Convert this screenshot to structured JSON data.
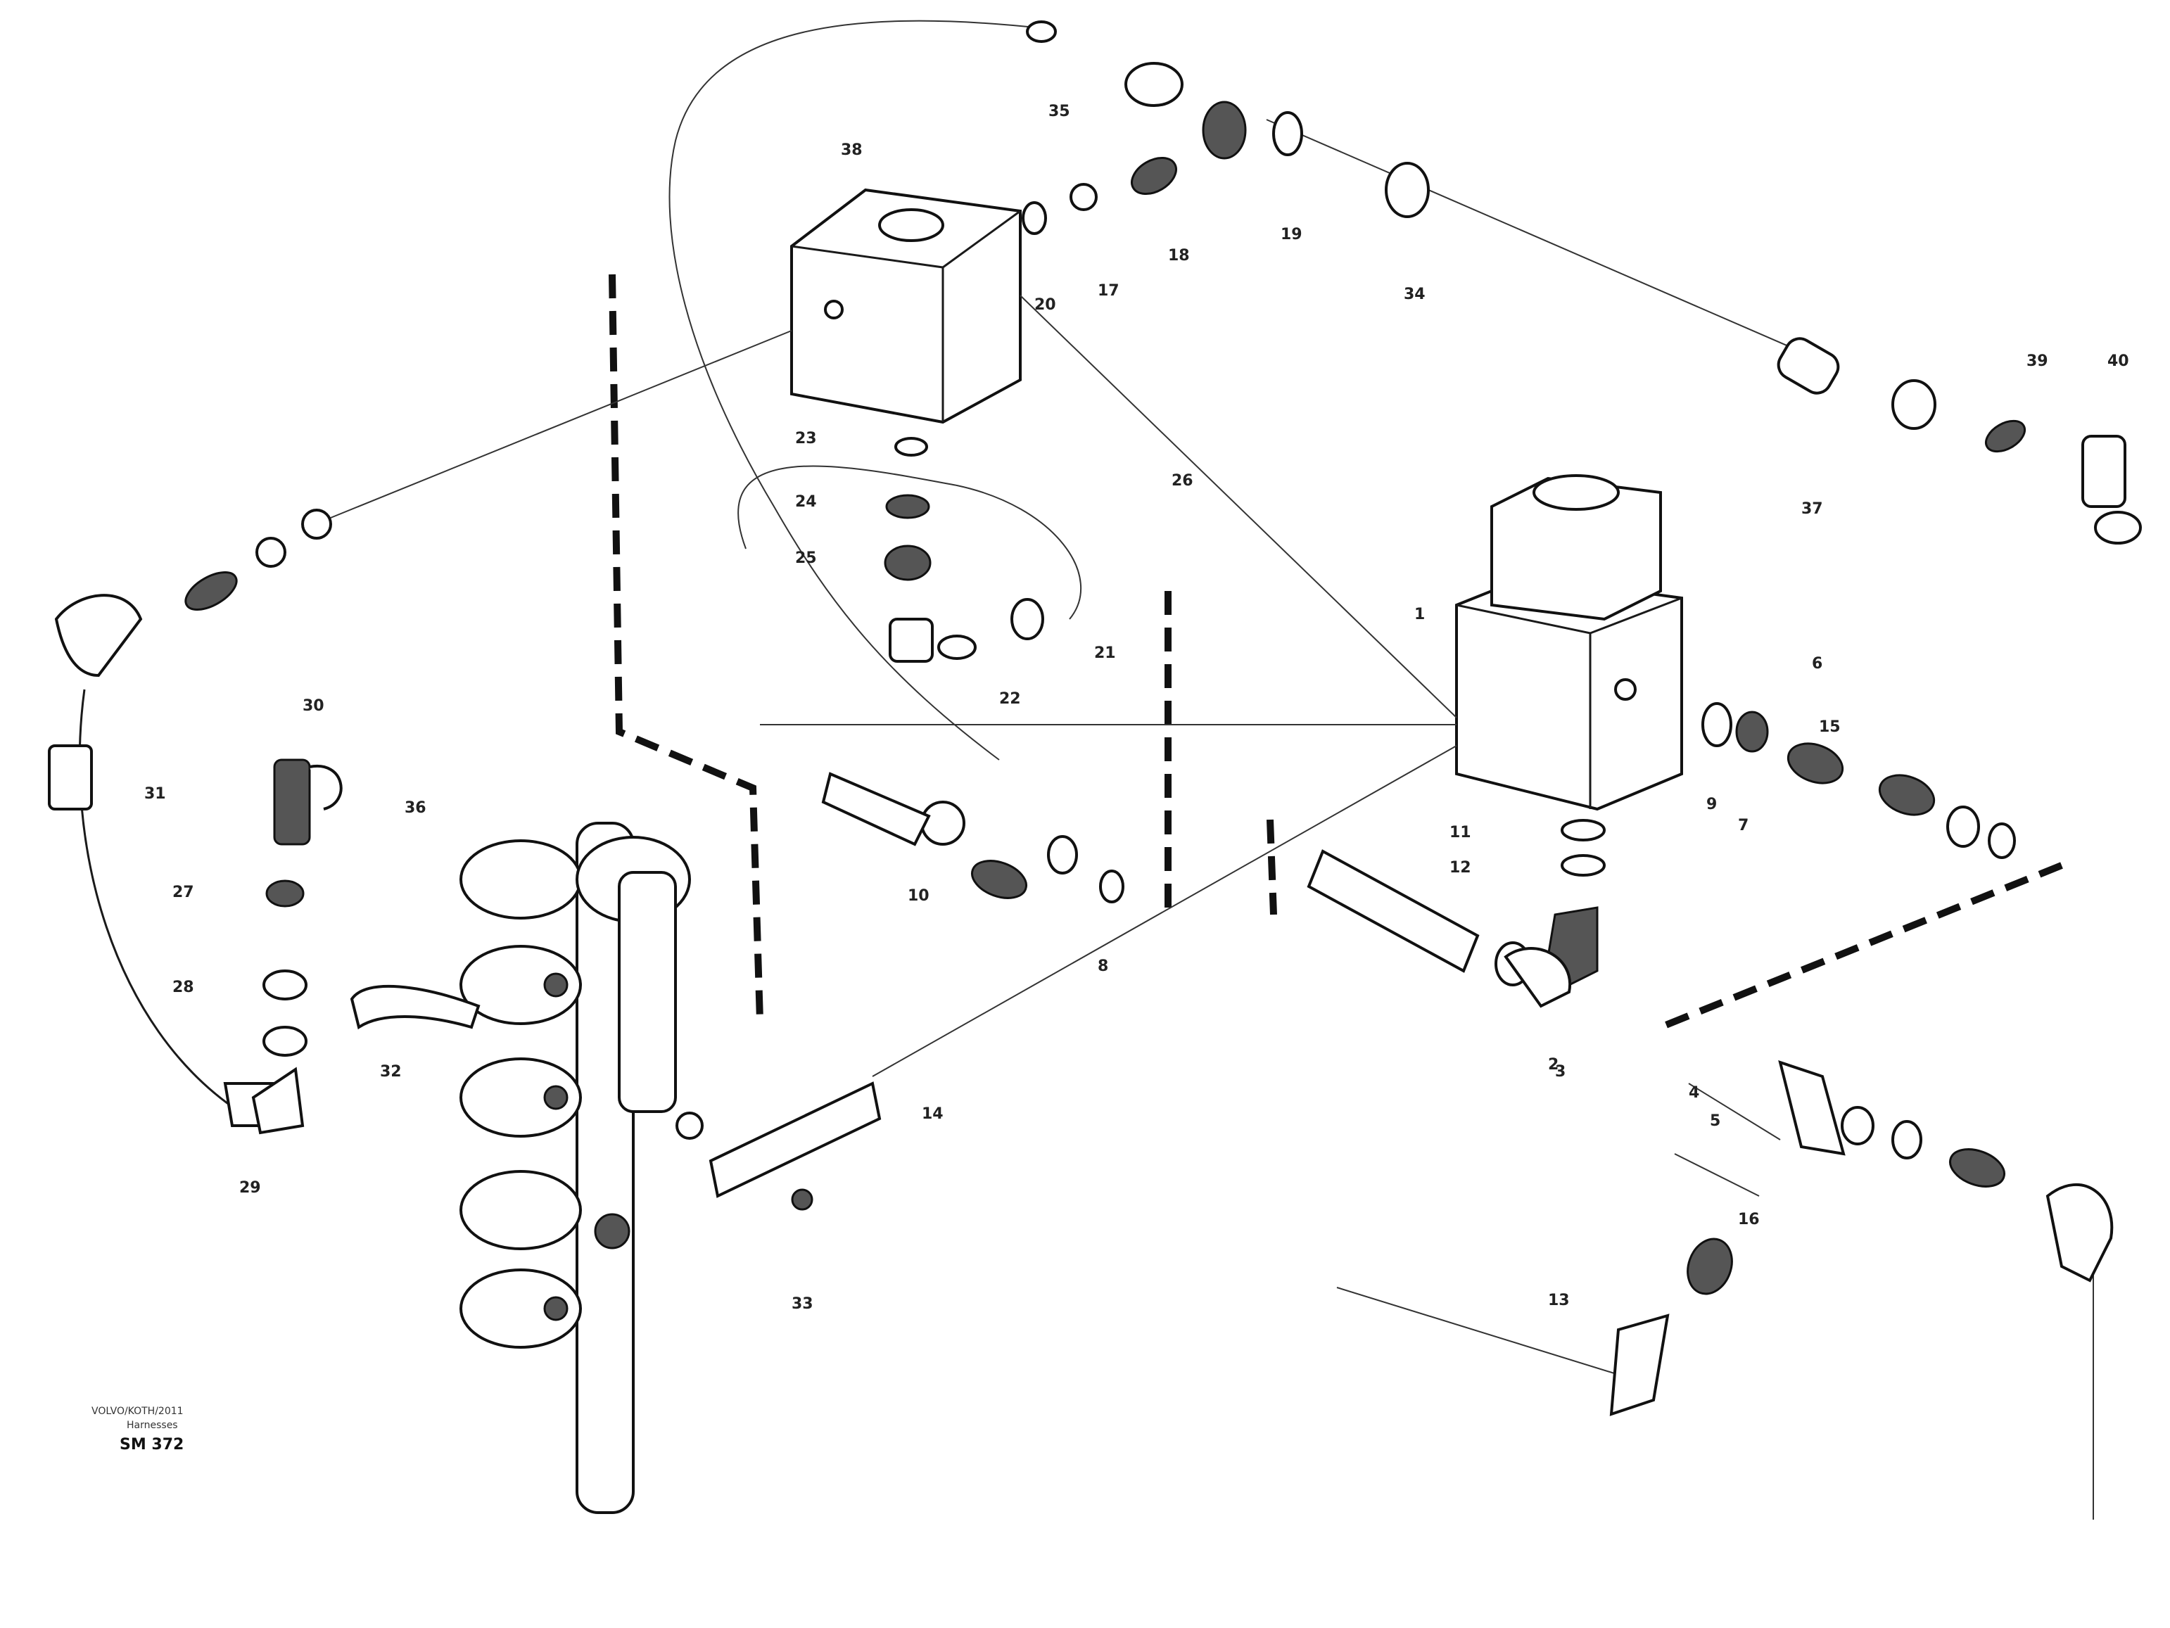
{
  "diagram": {
    "illustration_ref": {
      "line1": "VOLVO/KOTH/2011",
      "line2": "Harnesses",
      "code": "SM 372"
    },
    "callouts": [
      {
        "id": "c-1",
        "label": "1"
      },
      {
        "id": "c-2",
        "label": "2"
      },
      {
        "id": "c-3",
        "label": "3"
      },
      {
        "id": "c-4",
        "label": "4"
      },
      {
        "id": "c-5",
        "label": "5"
      },
      {
        "id": "c-6",
        "label": "6"
      },
      {
        "id": "c-7",
        "label": "7"
      },
      {
        "id": "c-8",
        "label": "8"
      },
      {
        "id": "c-9",
        "label": "9"
      },
      {
        "id": "c-10",
        "label": "10"
      },
      {
        "id": "c-11",
        "label": "11"
      },
      {
        "id": "c-12",
        "label": "12"
      },
      {
        "id": "c-13",
        "label": "13"
      },
      {
        "id": "c-14",
        "label": "14"
      },
      {
        "id": "c-15",
        "label": "15"
      },
      {
        "id": "c-16",
        "label": "16"
      },
      {
        "id": "c-17",
        "label": "17"
      },
      {
        "id": "c-18",
        "label": "18"
      },
      {
        "id": "c-19",
        "label": "19"
      },
      {
        "id": "c-20",
        "label": "20"
      },
      {
        "id": "c-21",
        "label": "21"
      },
      {
        "id": "c-22",
        "label": "22"
      },
      {
        "id": "c-23",
        "label": "23"
      },
      {
        "id": "c-24",
        "label": "24"
      },
      {
        "id": "c-25",
        "label": "25"
      },
      {
        "id": "c-26",
        "label": "26"
      },
      {
        "id": "c-27",
        "label": "27"
      },
      {
        "id": "c-28",
        "label": "28"
      },
      {
        "id": "c-29",
        "label": "29"
      },
      {
        "id": "c-30",
        "label": "30"
      },
      {
        "id": "c-31",
        "label": "31"
      },
      {
        "id": "c-32",
        "label": "32"
      },
      {
        "id": "c-33",
        "label": "33"
      },
      {
        "id": "c-34",
        "label": "34"
      },
      {
        "id": "c-35",
        "label": "35"
      },
      {
        "id": "c-36",
        "label": "36"
      },
      {
        "id": "c-37",
        "label": "37"
      },
      {
        "id": "c-38",
        "label": "38"
      },
      {
        "id": "c-39",
        "label": "39"
      },
      {
        "id": "c-40",
        "label": "40"
      }
    ]
  }
}
